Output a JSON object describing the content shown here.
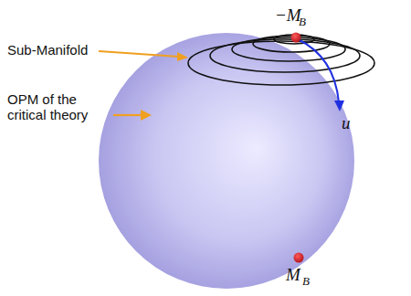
{
  "diagram": {
    "labels": [
      "Sub-Manifold",
      "OPM of the critical theory",
      "−M",
      "B",
      "u",
      "M",
      "B"
    ]
  }
}
